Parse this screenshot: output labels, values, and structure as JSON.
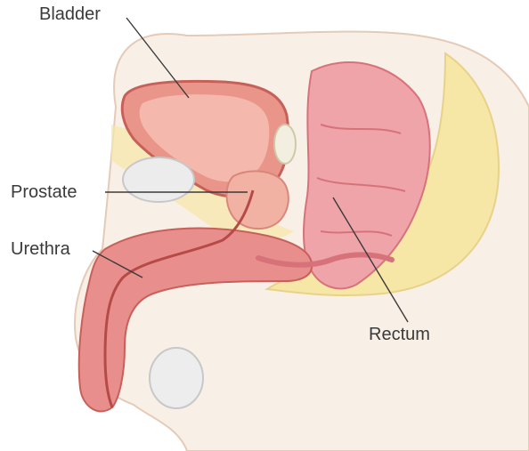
{
  "labels": {
    "bladder": "Bladder",
    "prostate": "Prostate",
    "urethra": "Urethra",
    "rectum": "Rectum"
  },
  "colors": {
    "skin": "#f8efe7",
    "skin_outline": "#e4cbb8",
    "bladder": "#e9958a",
    "bladder_inner": "#f4b8ad",
    "fat": "#f6e7a6",
    "rectum": "#eea4a8",
    "penis": "#e88f8d",
    "prostate": "#f1b2a3",
    "gland": "#ececec",
    "leader": "#3a3a3a"
  }
}
